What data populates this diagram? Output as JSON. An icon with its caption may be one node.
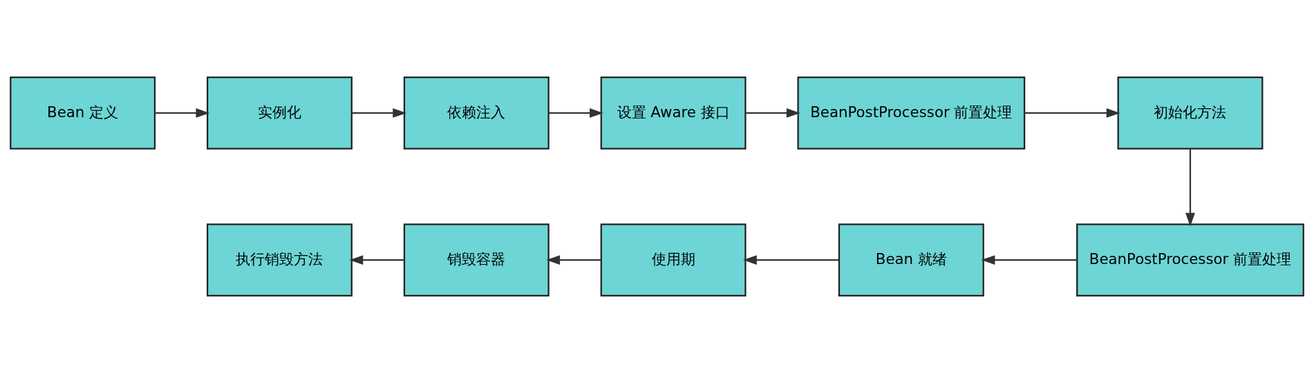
{
  "diagram": {
    "nodes": [
      {
        "text": [
          "Bean 定义"
        ]
      },
      {
        "text": [
          "实例化"
        ]
      },
      {
        "text": [
          "依赖注入"
        ]
      },
      {
        "text": [
          "设置 Aware 接口"
        ]
      },
      {
        "text": [
          "BeanPostProcessor 前置处理"
        ]
      },
      {
        "text": [
          "初始化方法"
        ]
      },
      {
        "text": [
          "BeanPostProcessor 前置处理"
        ]
      },
      {
        "text": [
          "Bean 就绪"
        ]
      },
      {
        "text": [
          "使用期"
        ]
      },
      {
        "text": [
          "销毁容器"
        ]
      },
      {
        "text": [
          "执行销毁方法"
        ]
      }
    ],
    "edges": [
      {
        "from": 0,
        "to": 1,
        "arrow": "to"
      },
      {
        "from": 1,
        "to": 2,
        "arrow": "to"
      },
      {
        "from": 2,
        "to": 3,
        "arrow": "to"
      },
      {
        "from": 3,
        "to": 4,
        "arrow": "to"
      },
      {
        "from": 4,
        "to": 5,
        "arrow": "to"
      },
      {
        "from": 5,
        "to": 6,
        "arrow": "to"
      },
      {
        "from": 6,
        "to": 7,
        "arrow": "to"
      },
      {
        "from": 7,
        "to": 8,
        "arrow": "to"
      },
      {
        "from": 8,
        "to": 9,
        "arrow": "to"
      },
      {
        "from": 9,
        "to": 10,
        "arrow": "to"
      }
    ]
  }
}
